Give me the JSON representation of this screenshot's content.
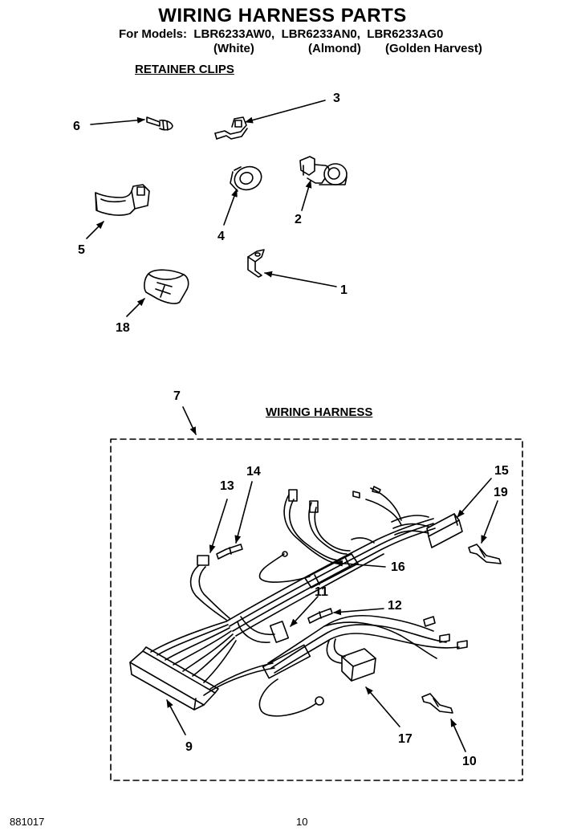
{
  "page": {
    "title": "WIRING HARNESS PARTS",
    "models_label": "For Models:",
    "models": [
      "LBR6233AW0,",
      "LBR6233AN0,",
      "LBR6233AG0"
    ],
    "variants": [
      "(White)",
      "(Almond)",
      "(Golden Harvest)"
    ]
  },
  "sections": {
    "retainer_clips": "RETAINER CLIPS",
    "wiring_harness": "WIRING HARNESS"
  },
  "callouts": {
    "c1": "1",
    "c2": "2",
    "c3": "3",
    "c4": "4",
    "c5": "5",
    "c6": "6",
    "c18": "18",
    "c7": "7",
    "c13": "13",
    "c14": "14",
    "c15": "15",
    "c19": "19",
    "c16": "16",
    "c11": "11",
    "c12": "12",
    "c9": "9",
    "c17": "17",
    "c10": "10"
  },
  "footer": {
    "code": "881017",
    "page_number": "10"
  }
}
